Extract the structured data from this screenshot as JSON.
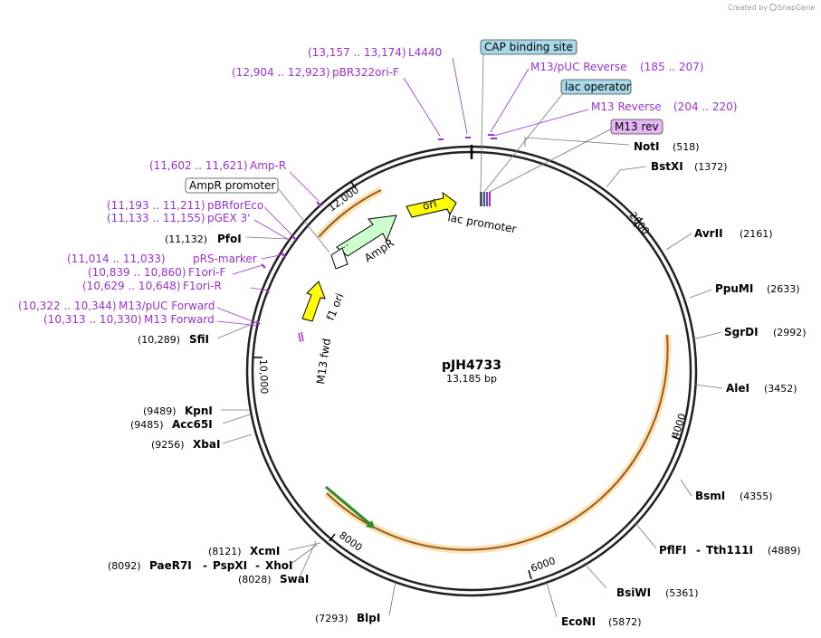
{
  "credit": {
    "prefix": "Created by",
    "brand": "SnapGene"
  },
  "plasmid": {
    "name": "pJH4733",
    "length": "13,185 bp"
  },
  "ticks": [
    "2000",
    "4000",
    "6000",
    "8000",
    "10,000",
    "12,000"
  ],
  "features": [
    {
      "label": "ori",
      "color": "#ffff00"
    },
    {
      "label": "AmpR",
      "color": "#ccffcc"
    },
    {
      "label": "f1 ori",
      "color": "#ffff00"
    },
    {
      "label": "lac promoter"
    },
    {
      "label": "M13 fwd"
    }
  ],
  "boxed_labels": [
    {
      "label": "CAP binding site",
      "color": "#a7d8e6"
    },
    {
      "label": "lac operator",
      "color": "#a7d8e6"
    },
    {
      "label": "M13 rev",
      "color": "#e4b5f4"
    },
    {
      "label": "AmpR promoter",
      "color": "#ffffff"
    }
  ],
  "primers": [
    {
      "name": "L4440",
      "range": "(13,157 .. 13,174)"
    },
    {
      "name": "pBR322ori-F",
      "range": "(12,904 .. 12,923)"
    },
    {
      "name": "M13/pUC Reverse",
      "range": "(185 .. 207)"
    },
    {
      "name": "M13 Reverse",
      "range": "(204 .. 220)"
    },
    {
      "name": "Amp-R",
      "range": "(11,602 .. 11,621)"
    },
    {
      "name": "pBRforEco",
      "range": "(11,193 .. 11,211)"
    },
    {
      "name": "pGEX 3'",
      "range": "(11,133 .. 11,155)"
    },
    {
      "name": "pRS-marker",
      "range": "(11,014 .. 11,033)"
    },
    {
      "name": "F1ori-F",
      "range": "(10,839 .. 10,860)"
    },
    {
      "name": "F1ori-R",
      "range": "(10,629 .. 10,648)"
    },
    {
      "name": "M13/pUC Forward",
      "range": "(10,322 .. 10,344)"
    },
    {
      "name": "M13 Forward",
      "range": "(10,313 .. 10,330)"
    }
  ],
  "enzymes": [
    {
      "name": "NotI",
      "pos": "(518)"
    },
    {
      "name": "BstXI",
      "pos": "(1372)"
    },
    {
      "name": "AvrII",
      "pos": "(2161)"
    },
    {
      "name": "PpuMI",
      "pos": "(2633)"
    },
    {
      "name": "SgrDI",
      "pos": "(2992)"
    },
    {
      "name": "AleI",
      "pos": "(3452)"
    },
    {
      "name": "BsmI",
      "pos": "(4355)"
    },
    {
      "name": "PflFI",
      "pos": ""
    },
    {
      "name": "Tth111I",
      "pos": "(4889)"
    },
    {
      "name": "BsiWI",
      "pos": "(5361)"
    },
    {
      "name": "EcoNI",
      "pos": "(5872)"
    },
    {
      "name": "BlpI",
      "pos": "(7293)"
    },
    {
      "name": "SwaI",
      "pos": "(8028)"
    },
    {
      "name": "XcmI",
      "pos": "(8121)"
    },
    {
      "name": "PaeR7I",
      "pos": "(8092)"
    },
    {
      "name": "PspXI",
      "pos": ""
    },
    {
      "name": "XhoI",
      "pos": ""
    },
    {
      "name": "XbaI",
      "pos": "(9256)"
    },
    {
      "name": "Acc65I",
      "pos": "(9485)"
    },
    {
      "name": "KpnI",
      "pos": "(9489)"
    },
    {
      "name": "SfiI",
      "pos": "(10,289)"
    },
    {
      "name": "PfoI",
      "pos": "(11,132)"
    }
  ],
  "dash": "-"
}
